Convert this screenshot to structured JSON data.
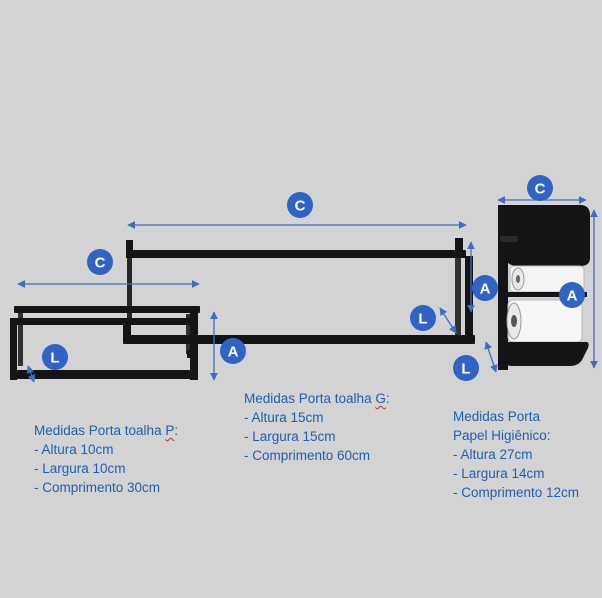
{
  "diagram": {
    "labels": {
      "c": "C",
      "a": "A",
      "l": "L"
    },
    "colors": {
      "metal": "#141414",
      "arrow": "#3a6fc4",
      "badge": "#2f63c6",
      "text": "#1f5fb4",
      "background": "#d3d3d3"
    }
  },
  "small_rack": {
    "title_lead": "Medidas Porta toalha ",
    "title_mark": "P",
    "title_tail": ":",
    "lines": [
      "- Altura 10cm",
      "- Largura 10cm",
      "- Comprimento 30cm"
    ]
  },
  "large_rack": {
    "title_lead": "Medidas Porta toalha ",
    "title_mark": "G",
    "title_tail": ":",
    "lines": [
      "- Altura 15cm",
      "- Largura 15cm",
      "- Comprimento 60cm"
    ]
  },
  "paper_holder": {
    "title_line1": "Medidas Porta",
    "title_line2": "Papel Higiênico:",
    "lines": [
      "- Altura 27cm",
      "- Largura 14cm",
      "- Comprimento 12cm"
    ]
  }
}
